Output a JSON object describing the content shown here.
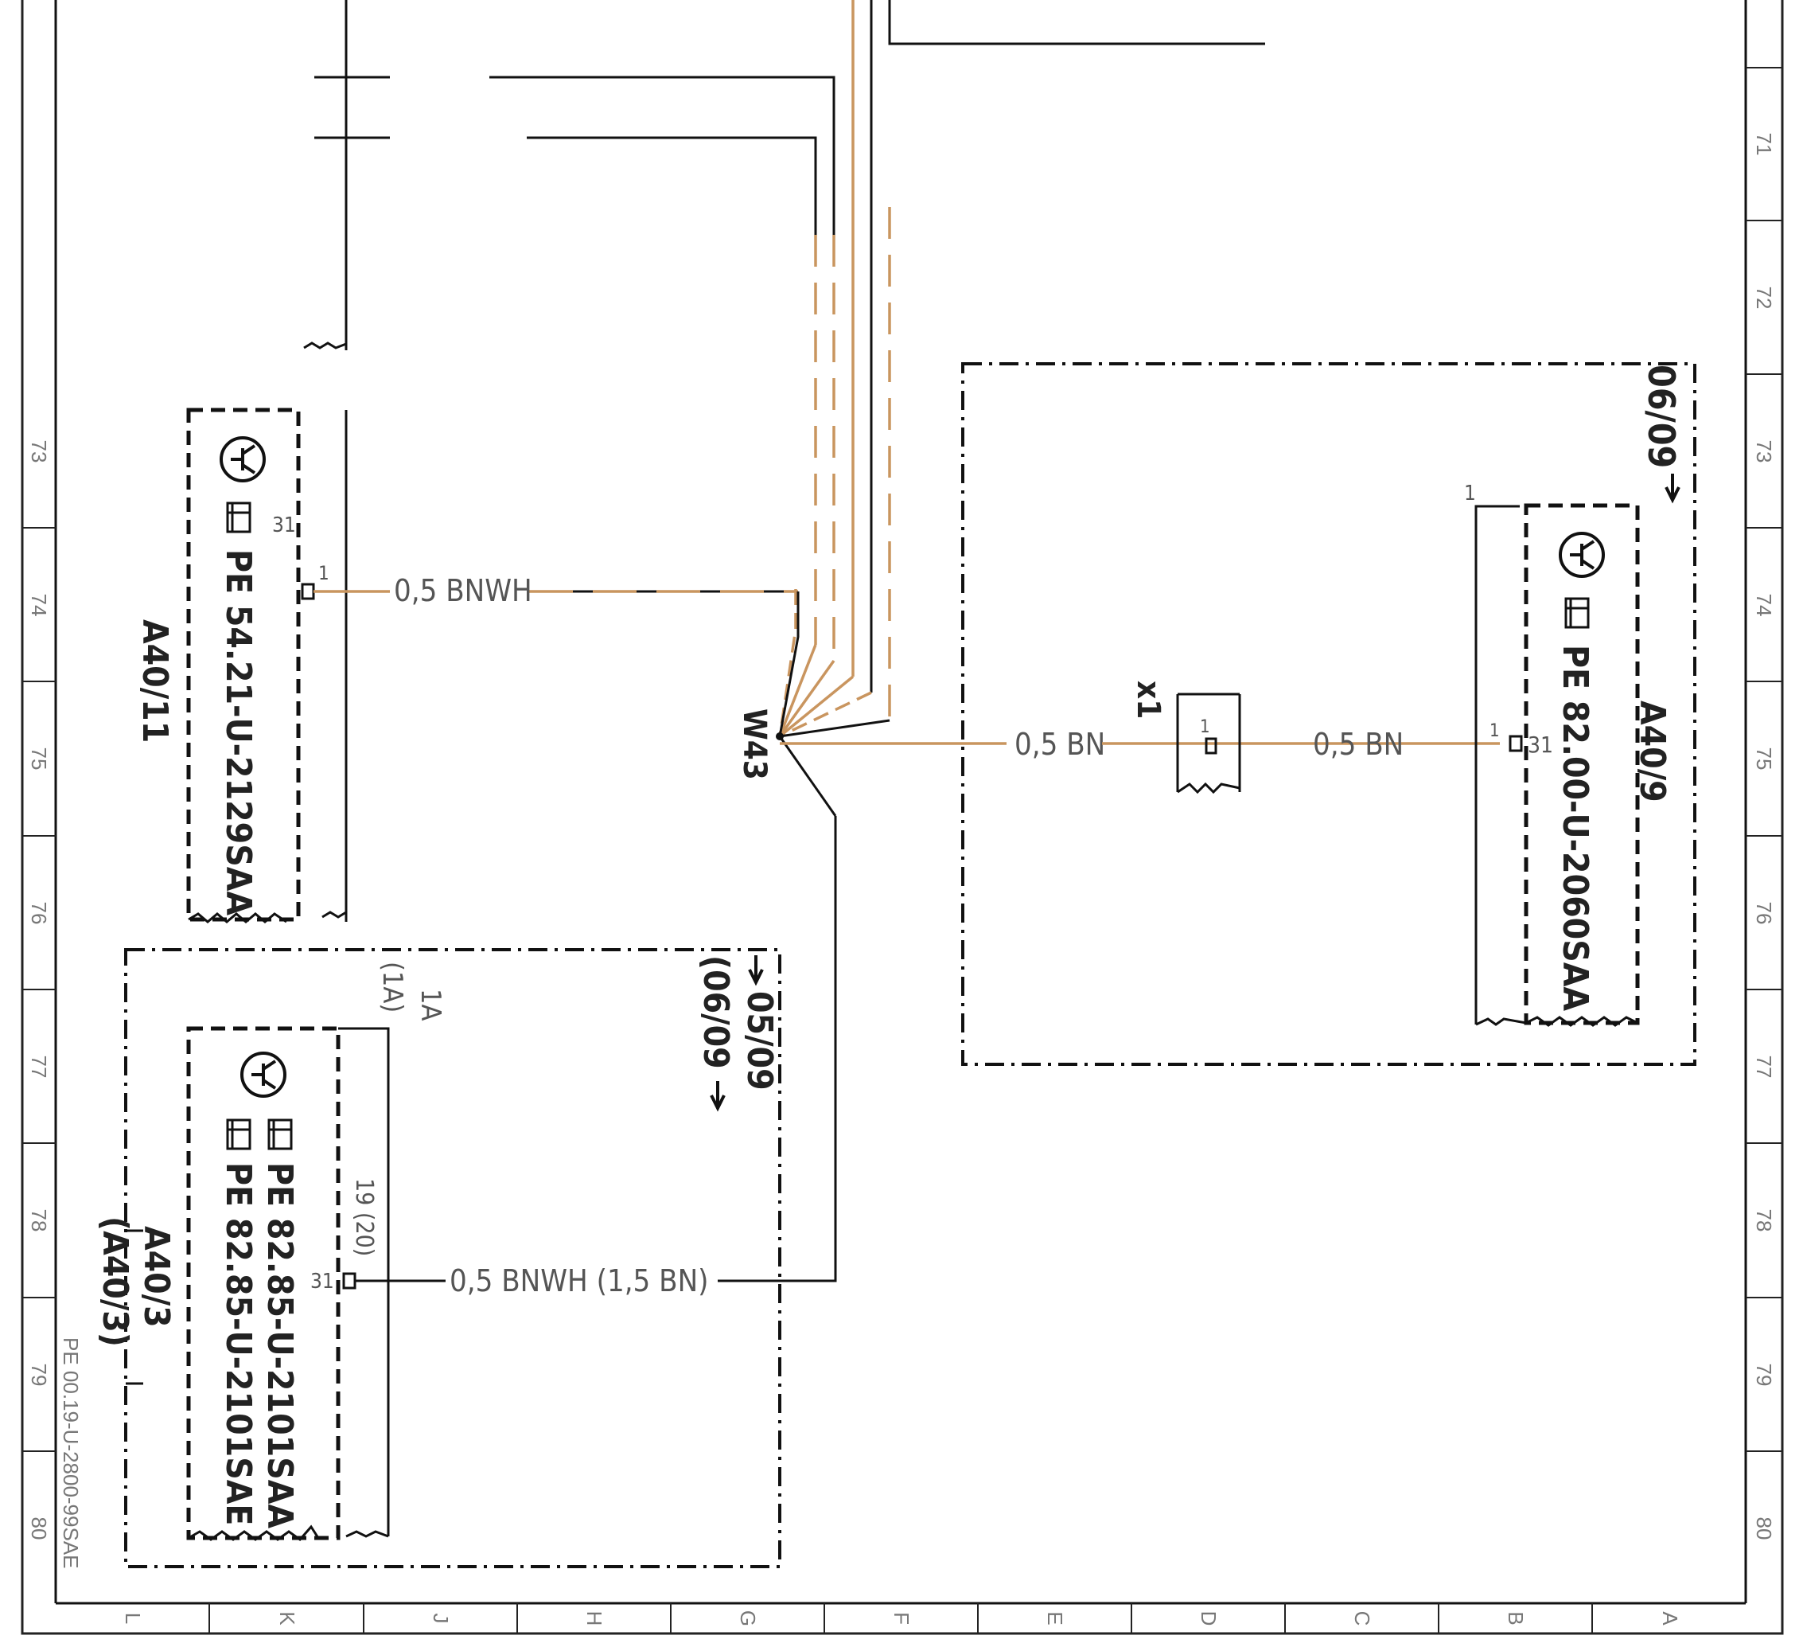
{
  "ruler_right": [
    "71",
    "72",
    "73",
    "74",
    "75",
    "76",
    "77",
    "78",
    "79",
    "80"
  ],
  "ruler_left": [
    "73",
    "74",
    "75",
    "76",
    "77",
    "78",
    "79",
    "80"
  ],
  "ruler_bottom": [
    "L",
    "K",
    "J",
    "H",
    "G",
    "F",
    "E",
    "D",
    "C",
    "B",
    "A"
  ],
  "doc_id": "PE 00.19-U-2800-99SAE",
  "splice": "W43",
  "connector": "x1",
  "components": {
    "a40_11": {
      "ref": "A40/11",
      "part": "PE  54.21-U-2129SAA",
      "pin_top": "31",
      "pin": "1"
    },
    "a40_9": {
      "ref": "A40/9",
      "part": "PE  82.00-U-2060SAA",
      "pin": "31",
      "pin_ext": "1",
      "pin_top": "1",
      "date": "06/09"
    },
    "a40_3": {
      "ref": "A40/3",
      "ref_alt": "(A40/3)",
      "part1": "PE  82.85-U-2101SAA",
      "part2": "PE  82.85-U-2101SAE",
      "pin": "31",
      "pin_b": "19 (20)",
      "fuse": "1A",
      "fuse_alt": "(1A)",
      "date1": "05/09",
      "date2": "(06/09"
    }
  },
  "wires": {
    "w_a40_11": "0,5  BNWH",
    "w_w43_x1": "0,5  BN",
    "w_x1_a40_9": "0,5  BN",
    "w_a40_3": "0,5  BNWH (1,5  BN)",
    "x1_pin": "1"
  },
  "colors": {
    "wire_brown": "#c9955f",
    "line": "#111111"
  }
}
